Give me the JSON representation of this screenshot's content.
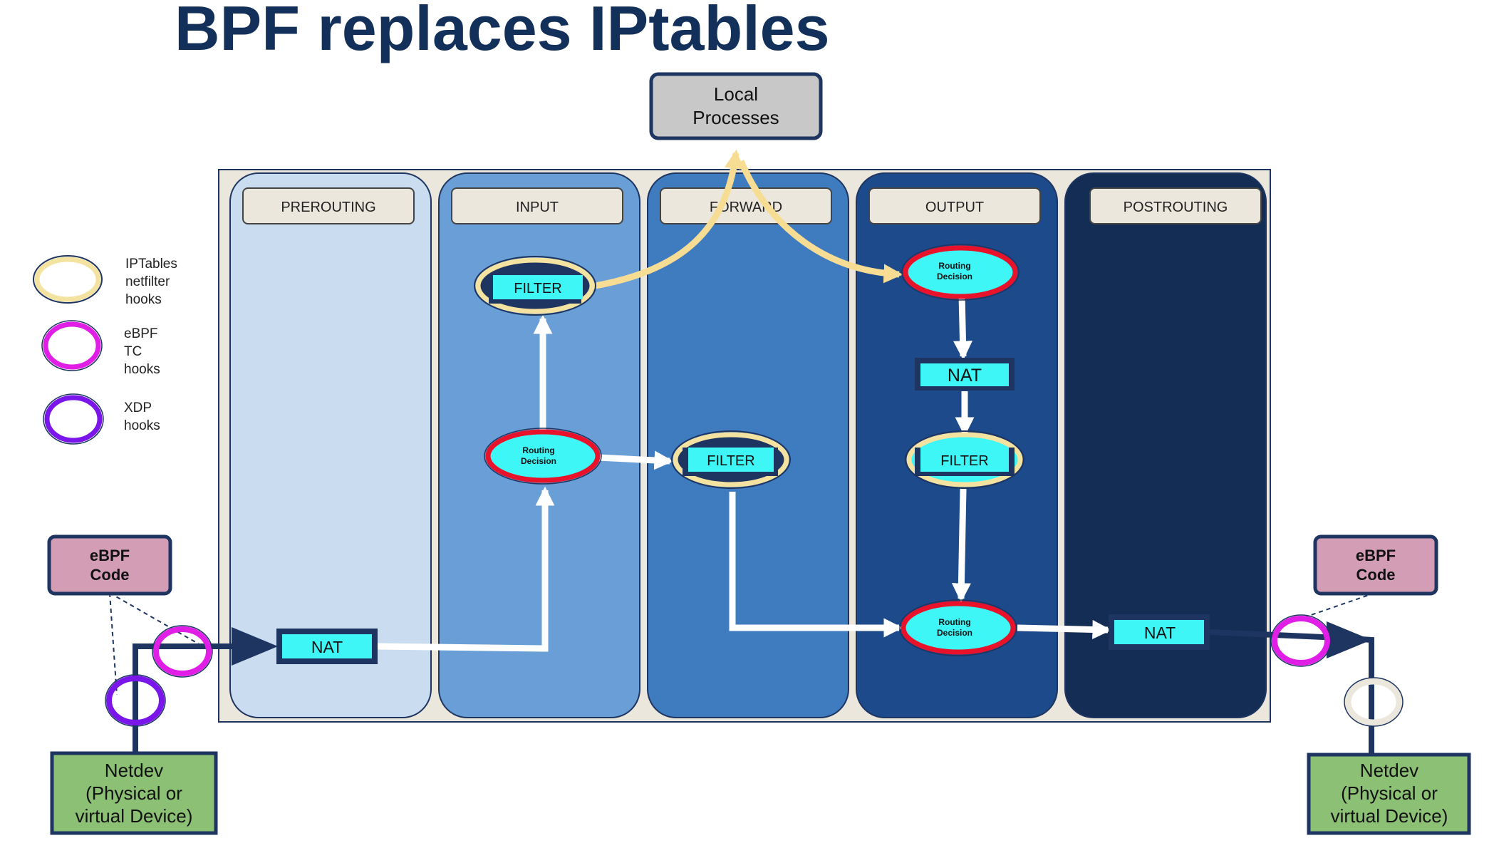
{
  "title": "BPF replaces IPtables",
  "local_processes": [
    "Local",
    "Processes"
  ],
  "chains": [
    "PREROUTING",
    "INPUT",
    "FORWARD",
    "OUTPUT",
    "POSTROUTING"
  ],
  "legend": [
    {
      "lines": [
        "IPTables",
        "netfilter",
        "hooks"
      ],
      "hook": "iptables"
    },
    {
      "lines": [
        "eBPF",
        "TC",
        "hooks"
      ],
      "hook": "tc"
    },
    {
      "lines": [
        "XDP",
        "hooks"
      ],
      "hook": "xdp"
    }
  ],
  "labels": {
    "filter": "FILTER",
    "nat": "NAT",
    "routing": [
      "Routing",
      "Decision"
    ]
  },
  "ebpf_code": [
    "eBPF",
    "Code"
  ],
  "netdev": [
    "Netdev",
    "(Physical or",
    "virtual Device)"
  ],
  "colors": {
    "title": "#12305a",
    "cyan": "#3ff6f6",
    "red_ring": "#e8122a",
    "tc_ring": "#e01ee6",
    "xdp_ring": "#7a16ea",
    "iptables_ring": "#f4e2a0",
    "flow_arrow": "#f7dc94",
    "navy": "#1d3560",
    "col_prerouting": "#c9dcf0",
    "col_input": "#699fd6",
    "col_forward": "#3e7bbf",
    "col_output": "#1c4a8a",
    "col_postrouting": "#142d55",
    "netdev_fill": "#8cc074",
    "ebpf_fill": "#d49db6"
  }
}
